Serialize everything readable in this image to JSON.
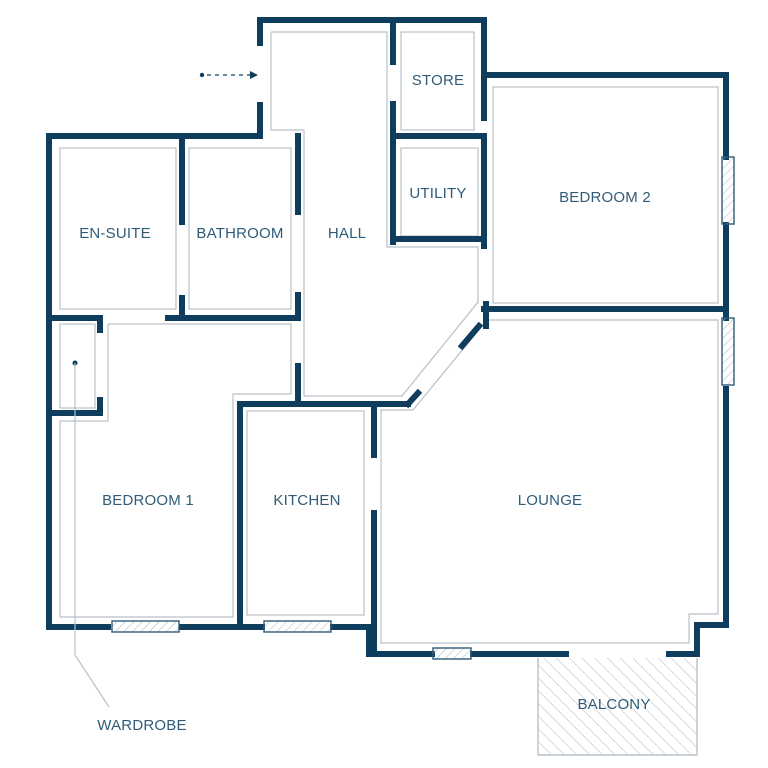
{
  "colors": {
    "wall": "#0f3d5e",
    "inner_line": "#b7c1c9",
    "label": "#2f5b78",
    "hatch": "#aeb8c0"
  },
  "rooms": {
    "store": "STORE",
    "utility": "UTILITY",
    "bedroom_2": "BEDROOM 2",
    "en_suite": "EN-SUITE",
    "bathroom": "BATHROOM",
    "hall": "HALL",
    "bedroom_1": "BEDROOM 1",
    "kitchen": "KITCHEN",
    "lounge": "LOUNGE",
    "balcony": "BALCONY"
  },
  "annotations": {
    "wardrobe": "WARDROBE"
  },
  "icons": {
    "entrance": "entrance-arrow-icon"
  }
}
